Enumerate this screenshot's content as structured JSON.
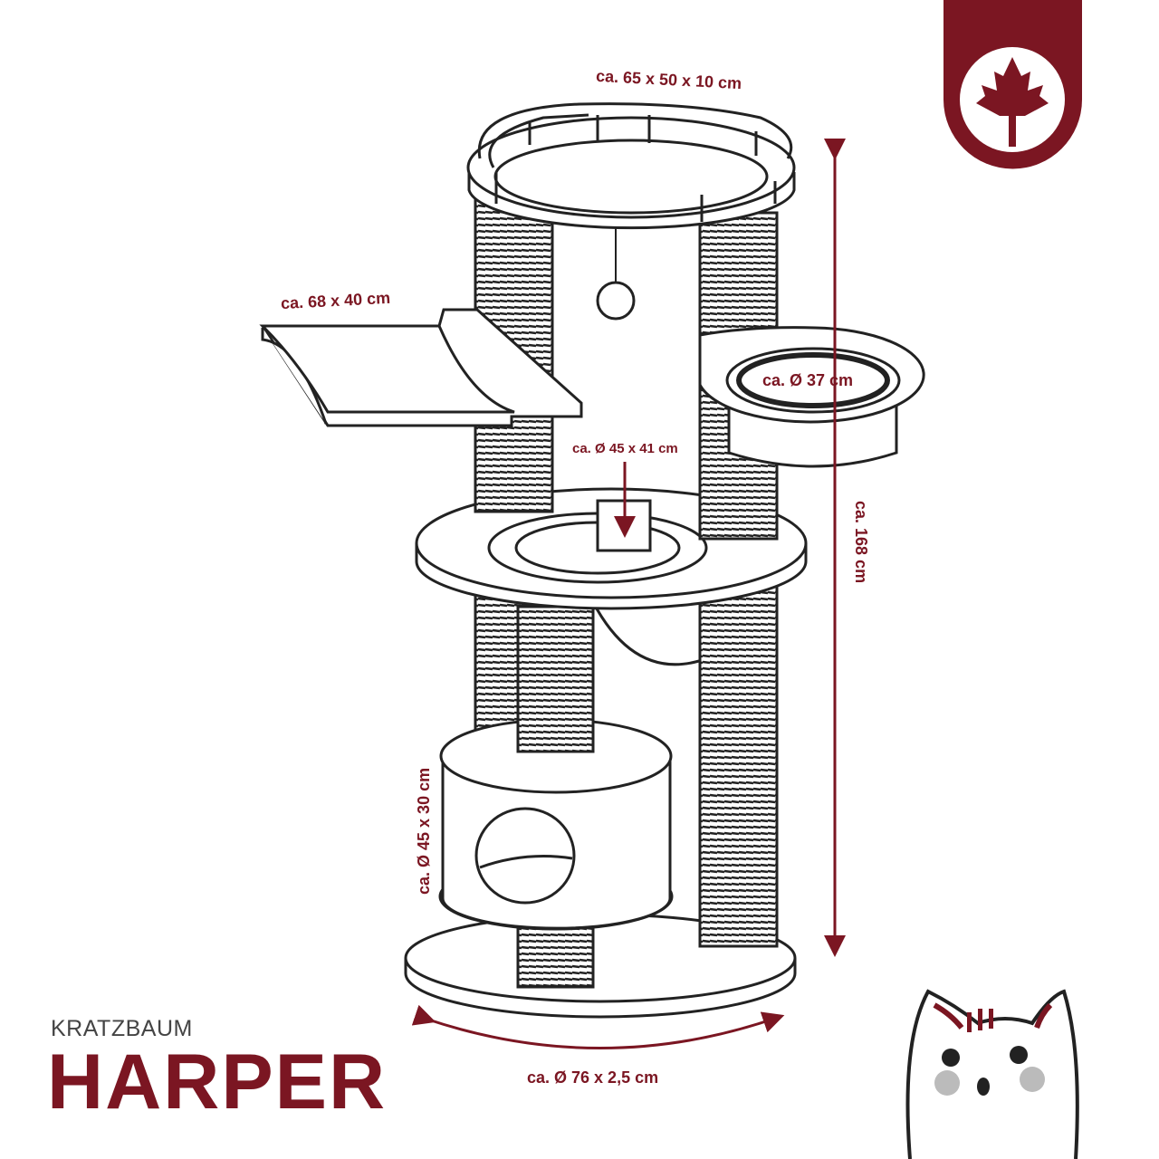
{
  "brand": {
    "subtitle": "KRATZBAUM",
    "title": "HARPER",
    "accent_color": "#7b1622",
    "badge_icon": "maple-leaf-icon"
  },
  "dimensions": {
    "top_bed": "ca. 65 x 50 x 10 cm",
    "hammock": "ca. 68 x 40 cm",
    "bowl": "ca. Ø 37 cm",
    "middle_hole": "ca. Ø 45 x 41 cm",
    "height": "ca. 168 cm",
    "cave": "ca. Ø 45 x 30 cm",
    "base": "ca. Ø 76 x 2,5 cm"
  }
}
